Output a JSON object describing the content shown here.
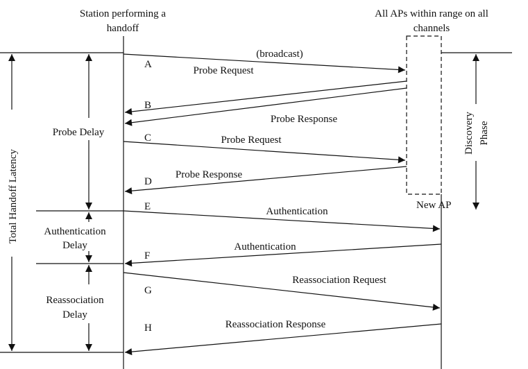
{
  "headers": {
    "station": [
      "Station performing a",
      "handoff"
    ],
    "aps": [
      "All APs within range on all",
      "channels"
    ]
  },
  "messages": [
    {
      "letter": "A",
      "label": "Probe Request",
      "note": "(broadcast)",
      "direction": "right"
    },
    {
      "letter": "B",
      "label": "Probe Response",
      "direction": "left"
    },
    {
      "letter": "C",
      "label": "Probe Request",
      "direction": "right"
    },
    {
      "letter": "D",
      "label": "Probe Response",
      "direction": "left"
    },
    {
      "letter": "E",
      "label": "Authentication",
      "direction": "right"
    },
    {
      "letter": "F",
      "label": "Authentication",
      "direction": "left"
    },
    {
      "letter": "G",
      "label": "Reassociation Request",
      "direction": "right"
    },
    {
      "letter": "H",
      "label": "Reassociation Response",
      "direction": "left"
    }
  ],
  "phases": {
    "total": "Total Handoff Latency",
    "probe": [
      "Probe Delay"
    ],
    "auth": [
      "Authentication",
      "Delay"
    ],
    "reassoc": [
      "Reassociation",
      "Delay"
    ],
    "discovery": [
      "Discovery",
      "Phase"
    ]
  },
  "new_ap": "New AP"
}
